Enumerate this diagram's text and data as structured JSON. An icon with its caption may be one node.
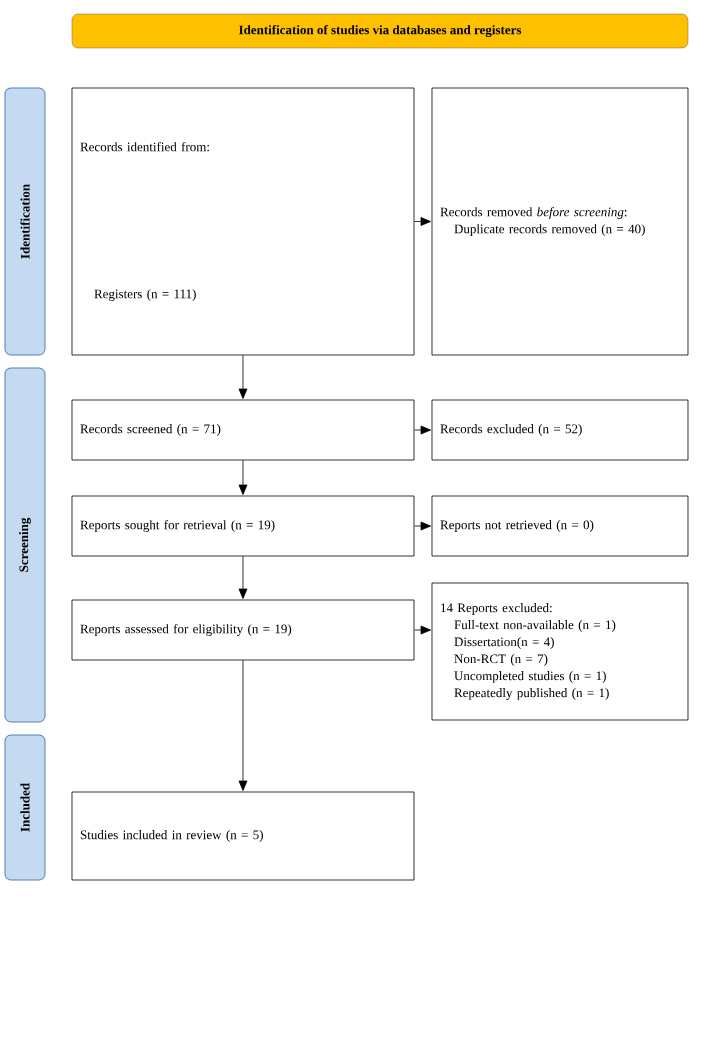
{
  "diagram": {
    "nodes": [
      {
        "text": [
          "Identification of studies via databases and registers"
        ]
      },
      {
        "text": [
          "Identification"
        ]
      },
      {
        "text": [
          "Records identified from:",
          "Registers (n = 111)"
        ]
      },
      {
        "text": [
          "Records removed *before screening*:",
          "Duplicate records removed (n = 40)"
        ]
      },
      {
        "text": [
          "Screening"
        ]
      },
      {
        "text": [
          "Records screened (n = 71)"
        ]
      },
      {
        "text": [
          "Records excluded (n = 52)"
        ]
      },
      {
        "text": [
          "Reports sought for retrieval (n = 19)"
        ]
      },
      {
        "text": [
          "Reports not retrieved (n = 0)"
        ]
      },
      {
        "text": [
          "Reports assessed for eligibility (n = 19)"
        ]
      },
      {
        "text": [
          "14 Reports excluded:",
          "Full-text non-available (n = 1)",
          "Dissertation(n = 4)",
          "Non-RCT (n = 7)",
          "Uncompleted studies (n = 1)",
          "Repeatedly published (n = 1)"
        ]
      },
      {
        "text": [
          "Included"
        ]
      },
      {
        "text": [
          "Studies included in review (n = 5)"
        ]
      }
    ],
    "edges": [
      {
        "from": 2,
        "to": 3,
        "arrow": "to"
      },
      {
        "from": 2,
        "to": 5,
        "arrow": "to"
      },
      {
        "from": 5,
        "to": 6,
        "arrow": "to"
      },
      {
        "from": 5,
        "to": 7,
        "arrow": "to"
      },
      {
        "from": 7,
        "to": 8,
        "arrow": "to"
      },
      {
        "from": 7,
        "to": 9,
        "arrow": "to"
      },
      {
        "from": 9,
        "to": 10,
        "arrow": "to"
      },
      {
        "from": 9,
        "to": 12,
        "arrow": "to"
      }
    ]
  }
}
